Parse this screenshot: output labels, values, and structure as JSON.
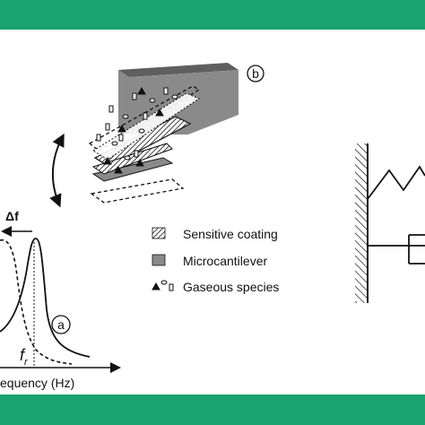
{
  "colors": {
    "band": "#1aa370",
    "ink": "#111111",
    "cantilever_fill": "#8a8a8a",
    "cantilever_dark": "#5f5f5f",
    "white": "#ffffff"
  },
  "panel_labels": {
    "a": "a",
    "b": "b"
  },
  "graph": {
    "delta_f_symbol": "Δf",
    "fr_symbol": "f",
    "fr_subscript": "r",
    "x_axis_label": "equency (Hz)"
  },
  "legend": {
    "items": [
      {
        "label": "Sensitive coating",
        "swatch": "hatched-square-icon"
      },
      {
        "label": "Microcantilever",
        "swatch": "gray-square-icon"
      },
      {
        "label": "Gaseous species",
        "swatch": "gas-species-icons"
      }
    ]
  },
  "icons": {
    "bending_arrow": "curved-double-arrow-icon",
    "wall": "hatched-wall-icon",
    "spring": "zigzag-spring-icon",
    "damper": "damper-icon"
  }
}
